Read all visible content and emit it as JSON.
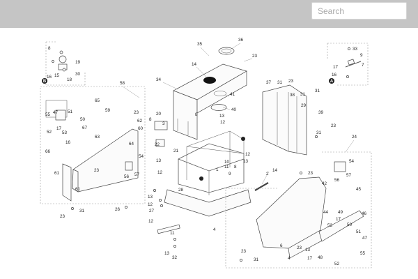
{
  "search": {
    "placeholder": "Search"
  },
  "callouts": {
    "A": "A",
    "B": "B"
  },
  "labels": [
    "8",
    "19",
    "30",
    "18",
    "15",
    "16",
    "33",
    "9",
    "7",
    "17",
    "16",
    "35",
    "36",
    "23",
    "14",
    "34",
    "41",
    "40",
    "13",
    "12",
    "8",
    "37",
    "31",
    "38",
    "31",
    "23",
    "31",
    "29",
    "39",
    "23",
    "31",
    "58",
    "65",
    "47",
    "55",
    "51",
    "50",
    "67",
    "52",
    "53",
    "17",
    "16",
    "66",
    "59",
    "23",
    "62",
    "61",
    "60",
    "63",
    "64",
    "23",
    "54",
    "57",
    "56",
    "61",
    "31",
    "23",
    "26",
    "20",
    "3",
    "22",
    "21",
    "8",
    "13",
    "12",
    "13",
    "12",
    "27",
    "12",
    "11",
    "13",
    "32",
    "28",
    "12",
    "13",
    "10",
    "11",
    "8",
    "9",
    "1",
    "2",
    "14",
    "4",
    "24",
    "23",
    "54",
    "57",
    "56",
    "42",
    "45",
    "44",
    "49",
    "17",
    "50",
    "53",
    "46",
    "51",
    "47",
    "55",
    "13",
    "48",
    "52",
    "23",
    "31",
    "17",
    "23",
    "4",
    "6"
  ]
}
